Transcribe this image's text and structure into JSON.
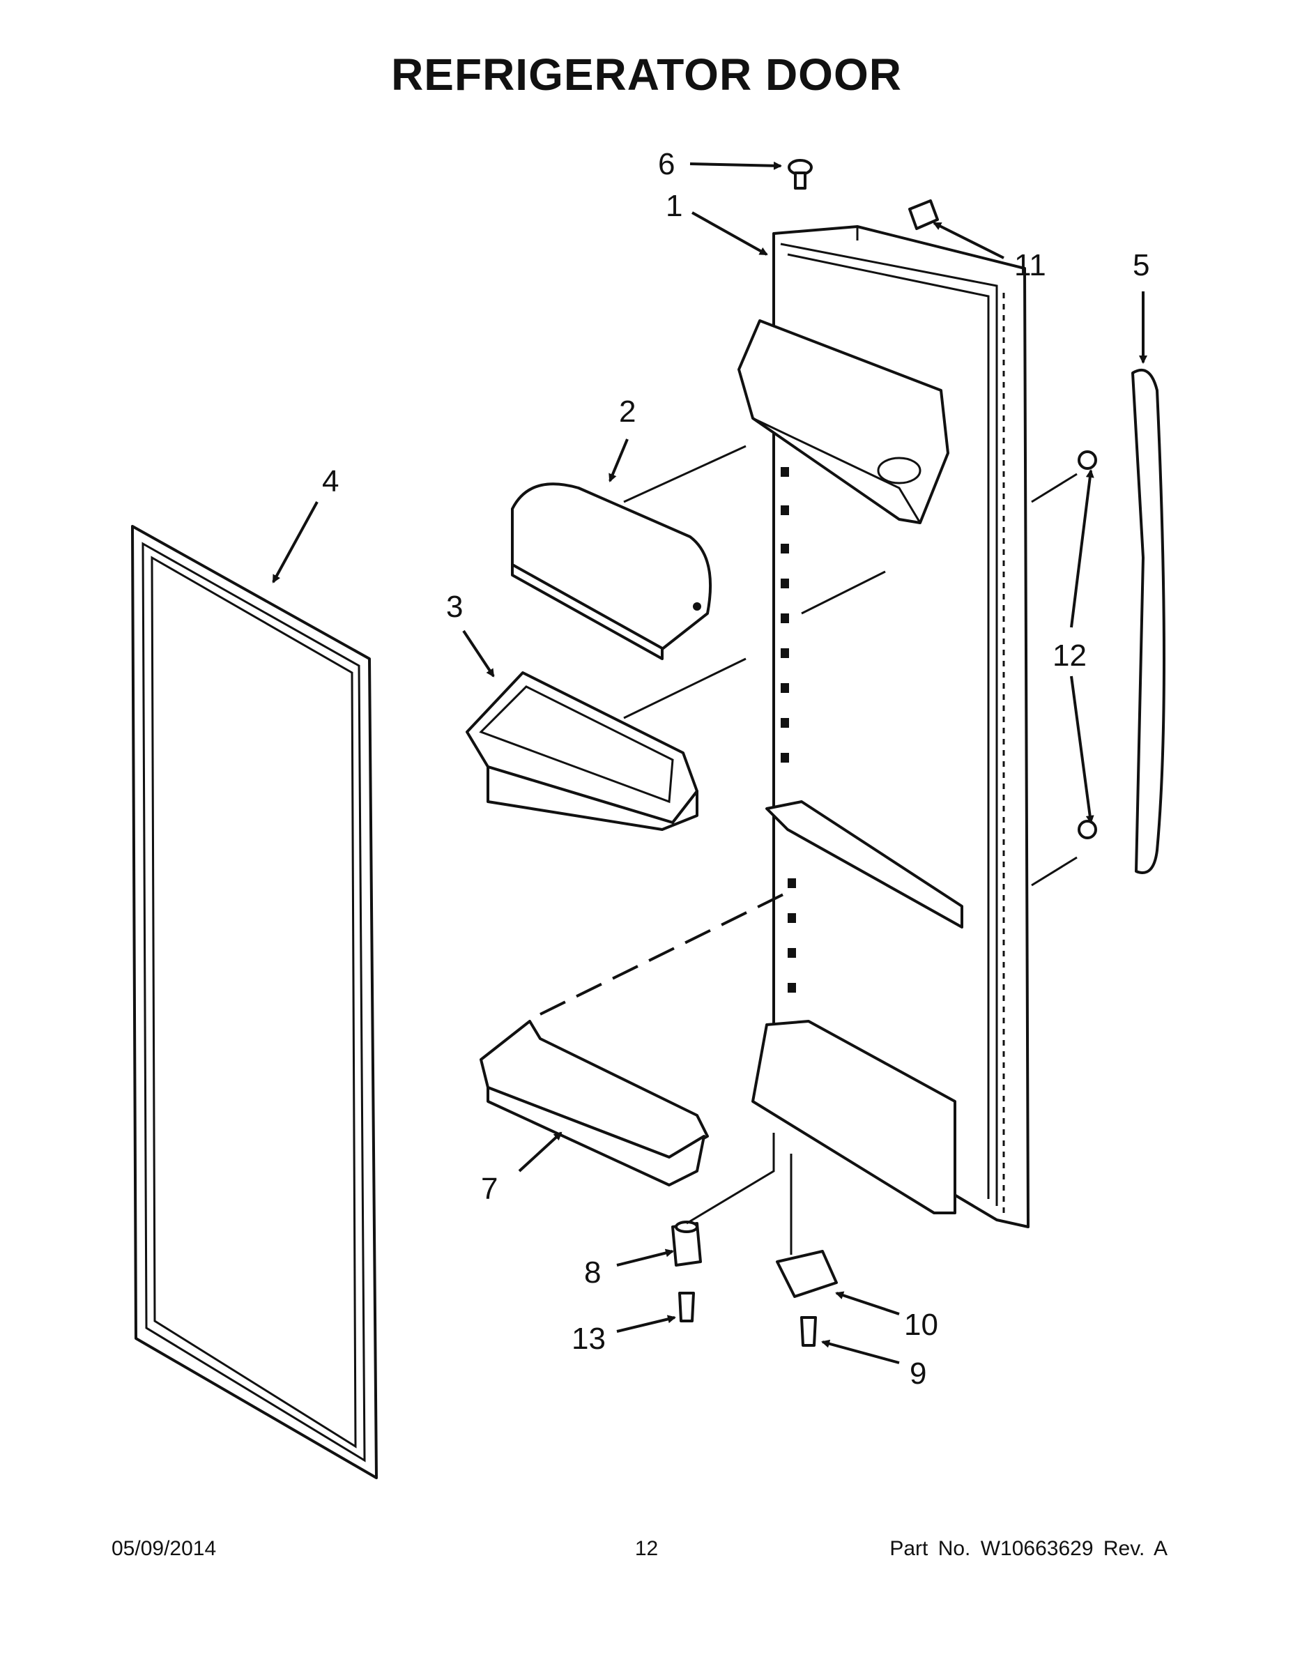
{
  "title": "REFRIGERATOR DOOR",
  "callouts": [
    {
      "id": "1",
      "text": "1"
    },
    {
      "id": "2",
      "text": "2"
    },
    {
      "id": "3",
      "text": "3"
    },
    {
      "id": "4",
      "text": "4"
    },
    {
      "id": "5",
      "text": "5"
    },
    {
      "id": "6",
      "text": "6"
    },
    {
      "id": "7",
      "text": "7"
    },
    {
      "id": "8",
      "text": "8"
    },
    {
      "id": "9",
      "text": "9"
    },
    {
      "id": "10",
      "text": "10"
    },
    {
      "id": "11",
      "text": "11"
    },
    {
      "id": "12",
      "text": "12"
    },
    {
      "id": "13",
      "text": "13"
    }
  ],
  "footer": {
    "date": "05/09/2014",
    "page": "12",
    "part_no": "Part No.  W10663629  Rev.  A"
  }
}
